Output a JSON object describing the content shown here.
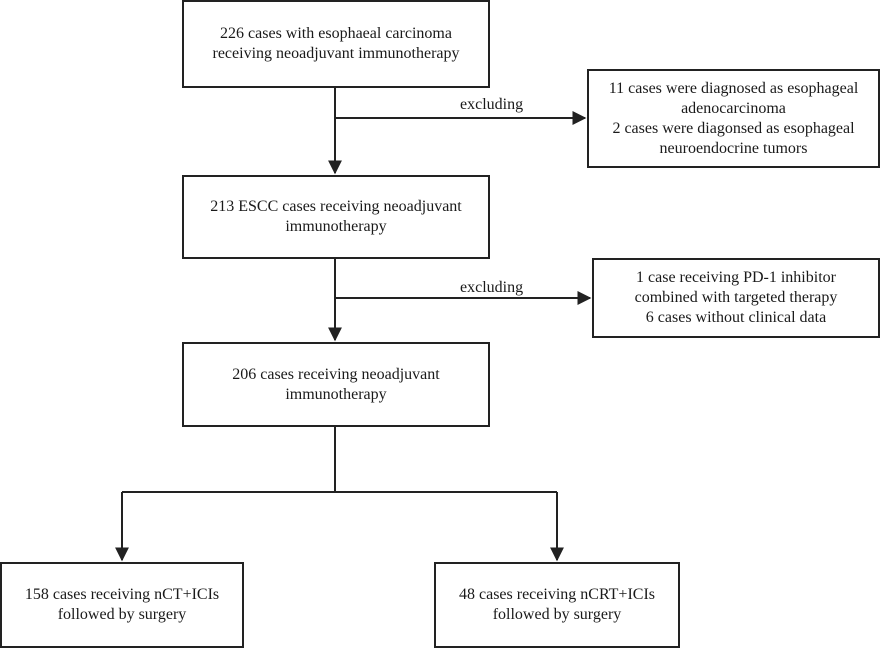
{
  "flowchart": {
    "box1": {
      "lines": [
        "226 cases with esophaeal carcinoma",
        "receiving neoadjuvant immunotherapy"
      ]
    },
    "exclusion1": {
      "lines": [
        "11 cases were diagnosed as esophageal",
        "adenocarcinoma",
        "2 cases were diagonsed as esophageal",
        "neuroendocrine tumors"
      ]
    },
    "edge_label1": "excluding",
    "box2": {
      "lines": [
        "213 ESCC cases receiving neoadjuvant",
        "immunotherapy"
      ]
    },
    "exclusion2": {
      "lines": [
        "1 case receiving PD-1 inhibitor",
        "combined with targeted therapy",
        "6 cases without clinical data"
      ]
    },
    "edge_label2": "excluding",
    "box3": {
      "lines": [
        "206 cases receiving neoadjuvant",
        "immunotherapy"
      ]
    },
    "box_left": {
      "lines": [
        "158 cases receiving nCT+ICIs",
        "followed by surgery"
      ]
    },
    "box_right": {
      "lines": [
        "48 cases receiving nCRT+ICIs",
        "followed by surgery"
      ]
    }
  },
  "colors": {
    "line": "#222222",
    "text": "#1a1a1a"
  }
}
